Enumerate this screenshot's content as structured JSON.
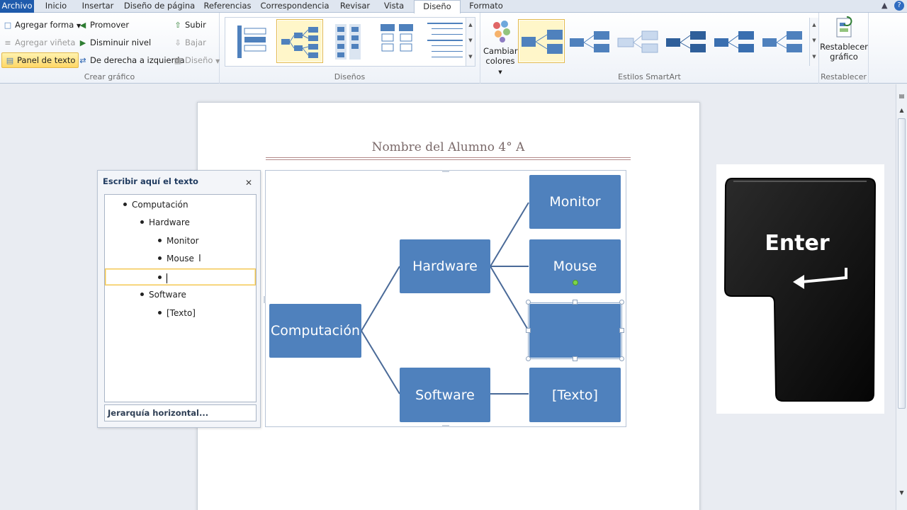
{
  "tabs": [
    {
      "label": "Archivo"
    },
    {
      "label": "Inicio"
    },
    {
      "label": "Insertar"
    },
    {
      "label": "Diseño de página"
    },
    {
      "label": "Referencias"
    },
    {
      "label": "Correspondencia"
    },
    {
      "label": "Revisar"
    },
    {
      "label": "Vista"
    },
    {
      "label": "Diseño"
    },
    {
      "label": "Formato"
    }
  ],
  "ribbon": {
    "crear_grafico": {
      "label": "Crear gráfico",
      "agregar_forma": "Agregar forma",
      "agregar_vineta": "Agregar viñeta",
      "panel_texto": "Panel de texto",
      "promover": "Promover",
      "disminuir": "Disminuir nivel",
      "derecha_izquierda": "De derecha a izquierda",
      "subir": "Subir",
      "bajar": "Bajar",
      "diseno": "Diseño"
    },
    "disenos": {
      "label": "Diseños"
    },
    "estilos": {
      "label": "Estilos SmartArt",
      "cambiar_colores_1": "Cambiar",
      "cambiar_colores_2": "colores"
    },
    "restablecer": {
      "label": "Restablecer",
      "button_1": "Restablecer",
      "button_2": "gráfico"
    }
  },
  "document": {
    "header": "Nombre del Alumno 4° A"
  },
  "text_pane": {
    "title": "Escribir aquí el texto",
    "items": [
      {
        "text": "Computación"
      },
      {
        "text": "Hardware"
      },
      {
        "text": "Monitor"
      },
      {
        "text": "Mouse"
      },
      {
        "text": ""
      },
      {
        "text": "Software"
      },
      {
        "text": "[Texto]"
      }
    ],
    "footer": "Jerarquía horizontal..."
  },
  "smartart": {
    "nodes": {
      "computacion": "Computación",
      "hardware": "Hardware",
      "software": "Software",
      "monitor": "Monitor",
      "mouse": "Mouse",
      "empty": "",
      "texto": "[Texto]"
    },
    "fill_color": "#4f81bd",
    "line_color": "#4a6a98"
  },
  "enter_key": {
    "label": "Enter"
  },
  "colors": {
    "accent": "#1f5bac",
    "selection": "#ffd766"
  }
}
